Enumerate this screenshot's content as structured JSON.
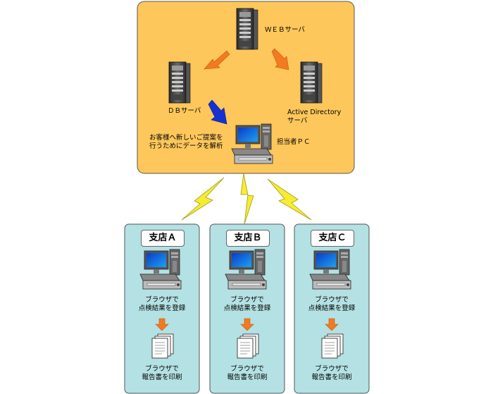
{
  "hq": {
    "web_server": "ＷＥＢサーバ",
    "db_server": "ＤＢサーバ",
    "ad_server_line1": "Active Directory",
    "ad_server_line2": "サーバ",
    "analysis_line1": "お客様へ新しいご提案を",
    "analysis_line2": "行うためにデータを解析",
    "staff_pc": "担当者ＰＣ"
  },
  "branches": [
    {
      "name": "支店Ａ",
      "action1_line1": "ブラウザで",
      "action1_line2": "点検結果を登録",
      "action2_line1": "ブラウザで",
      "action2_line2": "報告書を印刷"
    },
    {
      "name": "支店Ｂ",
      "action1_line1": "ブラウザで",
      "action1_line2": "点検結果を登録",
      "action2_line1": "ブラウザで",
      "action2_line2": "報告書を印刷"
    },
    {
      "name": "支店Ｃ",
      "action1_line1": "ブラウザで",
      "action1_line2": "点検結果を登録",
      "action2_line1": "ブラウザで",
      "action2_line2": "報告書を印刷"
    }
  ],
  "colors": {
    "hq_fill": "#FDC75B",
    "branch_fill": "#B4E1E3",
    "arrow_orange": "#F47A20",
    "arrow_blue": "#1432D2",
    "lightning": "#F6EC34"
  },
  "icons": [
    "server-icon",
    "workstation-icon",
    "document-stack-icon",
    "lightning-icon",
    "arrow-icon"
  ]
}
